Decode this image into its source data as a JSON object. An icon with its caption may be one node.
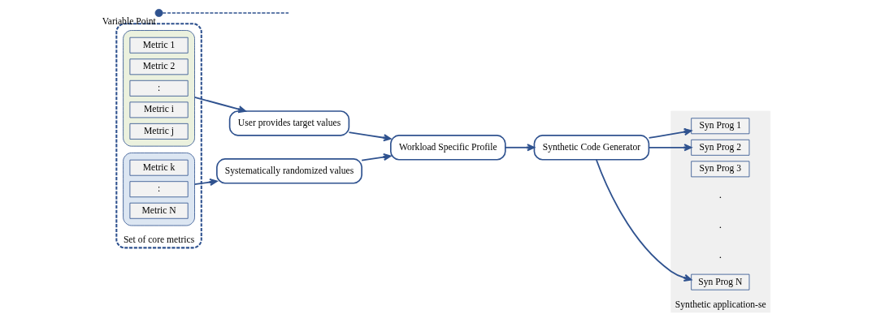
{
  "diagram": {
    "nodes": [
      {
        "text": [
          "Set of core metrics"
        ]
      },
      {
        "text": [],
        "shape": "box",
        "in": 0
      },
      {
        "text": [
          "Metric 1"
        ],
        "in": 1
      },
      {
        "text": [
          "Metric 2"
        ],
        "in": 1
      },
      {
        "text": [
          ":"
        ],
        "in": 1
      },
      {
        "text": [
          "Metric i"
        ],
        "in": 1
      },
      {
        "text": [
          "Metric j"
        ],
        "in": 1
      },
      {
        "text": [],
        "shape": "box",
        "in": 0
      },
      {
        "text": [
          "Metric k"
        ],
        "in": 7
      },
      {
        "text": [
          ":"
        ],
        "in": 7
      },
      {
        "text": [
          "Metric N"
        ],
        "in": 7
      },
      {
        "text": [
          "User provides target values"
        ]
      },
      {
        "text": [
          "Systematically randomized values"
        ]
      },
      {
        "text": [
          "Workload Specific Profile"
        ]
      },
      {
        "text": [
          "Synthetic Code Generator"
        ]
      },
      {
        "text": [
          "Synthetic application-se"
        ]
      },
      {
        "text": [
          "Syn Prog 1"
        ],
        "in": 15
      },
      {
        "text": [
          "Syn Prog 2"
        ],
        "in": 15
      },
      {
        "text": [
          "Syn Prog 3"
        ],
        "in": 15
      },
      {
        "text": [
          "Syn Prog N"
        ],
        "in": 15
      },
      {
        "text": [],
        "shape": "circle",
        "beside": [
          "Variable Point"
        ]
      }
    ],
    "edges": [
      {
        "from": 1,
        "to": 11,
        "arrow": "to"
      },
      {
        "from": 7,
        "to": 12,
        "arrow": "to"
      },
      {
        "from": 11,
        "to": 13,
        "arrow": "to"
      },
      {
        "from": 12,
        "to": 13,
        "arrow": "to"
      },
      {
        "from": 13,
        "to": 14,
        "arrow": "to"
      },
      {
        "from": 14,
        "to": 16,
        "arrow": "to"
      },
      {
        "from": 14,
        "to": 17,
        "arrow": "to"
      },
      {
        "from": 14,
        "to": 19,
        "arrow": "to"
      },
      {
        "from": 20,
        "to": null,
        "arrow": "none",
        "style": "dashed"
      }
    ],
    "labels": [
      ".",
      ".",
      "."
    ]
  }
}
